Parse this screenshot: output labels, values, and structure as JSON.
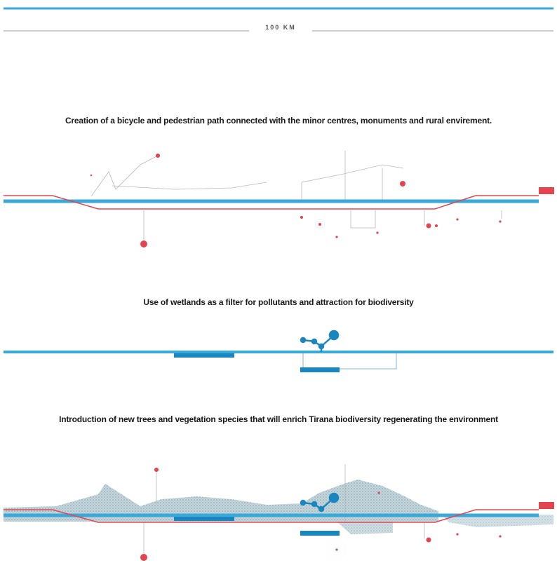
{
  "scale": {
    "label": "100 KM"
  },
  "sections": [
    {
      "caption": "Creation of a bicycle and pedestrian path connected with the minor centres, monuments and rural envirement."
    },
    {
      "caption": "Use of wetlands as a filter for pollutants and attraction for biodiversity"
    },
    {
      "caption": "Introduction of new trees and vegetation species that will enrich Tirana biodiversity regenerating the environment"
    }
  ],
  "colors": {
    "river": "#3aa8d8",
    "path": "#e2454f",
    "wetland": "#1a86c0",
    "vegetation": "#a9c3cc",
    "grey": "#9a9a9a"
  }
}
